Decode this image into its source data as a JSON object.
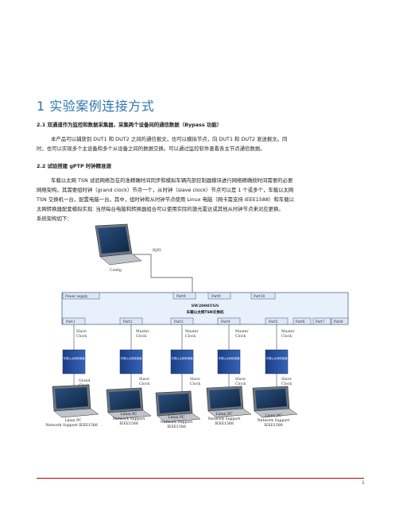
{
  "title": "1 实验案例连接方式",
  "sections": {
    "s1": "2.1 双通道作为监控和数据采集器，采集两个设备间的通信数据（Bypass 功能）",
    "s1_body_1": "本产品可以捕获到 DUT1 和 DUT2 之间的通信报文，也可以模拟节点，向 DUT1 和 DUT2 发送报文。同",
    "s1_body_2": "时，也可以实现多个主设备和多个从设备之间的数据交换。可以通过监控软件查看各主节点通信数据。",
    "s2": "2.2 试验搭建 gPTP 时钟精准测",
    "s2_body_1": "车载以太网 TSN 试验网络旨在的准精确时间同步和模拟车辆内部控制器模块进行网络精确按时间需要的必要",
    "s2_body_2": "网络架构。其需要组时钟（grand clock）节点一个，从时钟（slave clock）节点可以是 1 个或多个，车载以太网",
    "s2_body_3": "TSN 交换机一台，配置电脑一台。其中，组时钟和从时钟节点使用 Linux 电脑（网卡需支持 IEEE1588）和车载以",
    "s2_body_4": "太网转换器配套模拟实现. 当然每台电脑和转换器组合可以使用实际的激光雷达或其他从时钟节点来对应更换。",
    "s2_body_5": "系统架构如下："
  },
  "diagram": {
    "config_label": "Config",
    "link_label": "RJ45",
    "switch_top_ports": [
      "Power supply",
      "Port9",
      "Port9",
      "Port10"
    ],
    "switch_name_1": "SW2000TSN",
    "switch_name_2": "车载以太网TSN交换机",
    "switch_bottom_ports": [
      "Port1",
      "Port2",
      "Port3",
      "Port4",
      "Port5",
      "Port6",
      "Port7",
      "Port8"
    ],
    "upper_roles": [
      [
        "Slave",
        "Clock"
      ],
      [
        "Master",
        "Clock"
      ],
      [
        "Master",
        "Clock"
      ],
      [
        "Master",
        "Clock"
      ],
      [
        "Master",
        "Clock"
      ]
    ],
    "converter_label": "车载以太网转换器",
    "lower_roles": [
      [
        "Grand",
        "Clock"
      ],
      [
        "Slave",
        "Clock"
      ],
      [
        "Slave",
        "Clock"
      ],
      [
        "Slave",
        "Clock"
      ],
      [
        "Slave",
        "Clock"
      ]
    ],
    "pc_labels": [
      [
        "Linux PC",
        "Network Support IEEE1588"
      ],
      [
        "Linux PC",
        "Network Support",
        "IEEE1588"
      ],
      [
        "Linux PC",
        "Network Support",
        "IEEE1588"
      ],
      [
        "Linux PC",
        "Network Support",
        "IEEE1588"
      ],
      [
        "Linux PC",
        "Network Support",
        "IEEE1588"
      ]
    ]
  },
  "footer": {
    "page": "1"
  }
}
